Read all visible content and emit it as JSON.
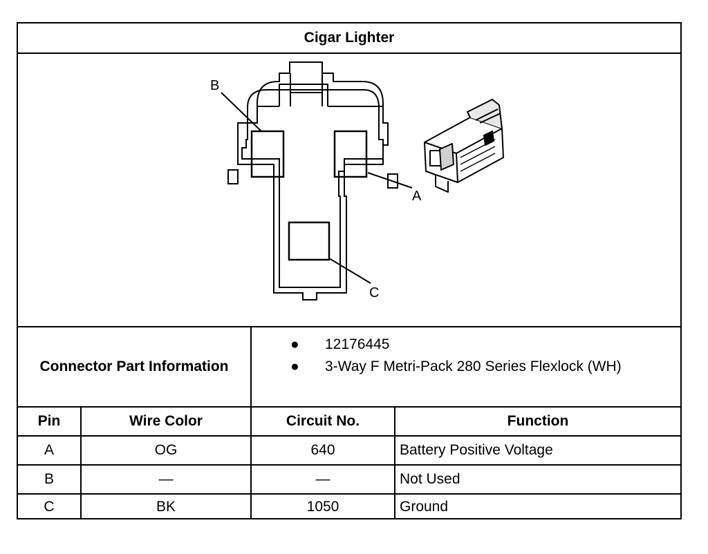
{
  "title": "Cigar Lighter",
  "diagram": {
    "callouts": {
      "a": "A",
      "b": "B",
      "c": "C"
    }
  },
  "connector_info": {
    "label": "Connector Part Information",
    "items": [
      "12176445",
      "3-Way F Metri-Pack 280 Series Flexlock (WH)"
    ]
  },
  "table": {
    "headers": {
      "pin": "Pin",
      "wire_color": "Wire Color",
      "circuit": "Circuit No.",
      "function": "Function"
    },
    "rows": [
      {
        "pin": "A",
        "wire_color": "OG",
        "circuit": "640",
        "function": "Battery Positive Voltage"
      },
      {
        "pin": "B",
        "wire_color": "—",
        "circuit": "—",
        "function": "Not Used"
      },
      {
        "pin": "C",
        "wire_color": "BK",
        "circuit": "1050",
        "function": "Ground"
      }
    ]
  }
}
